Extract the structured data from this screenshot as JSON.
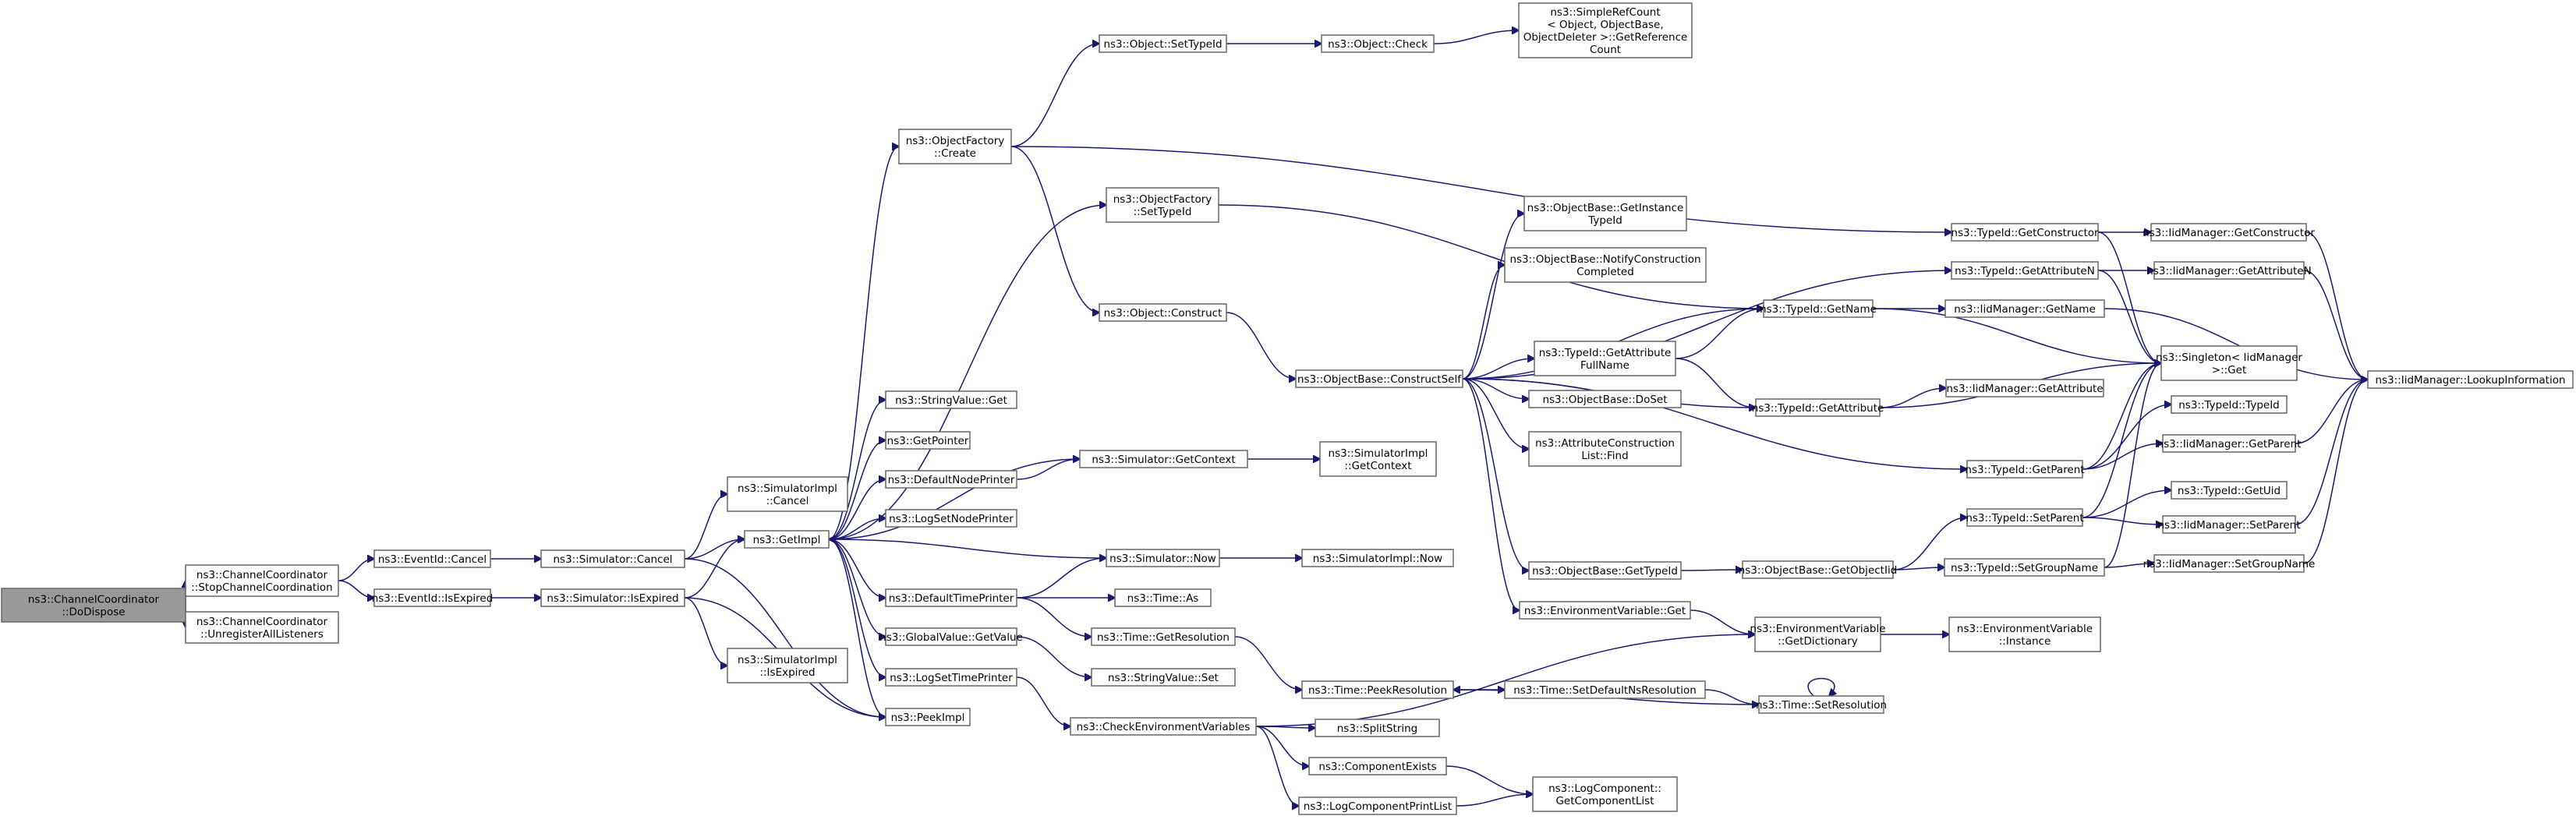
{
  "nodes": {
    "cc_dodispose": [
      "ns3::ChannelCoordinator",
      "::DoDispose"
    ],
    "cc_stop": [
      "ns3::ChannelCoordinator",
      "::StopChannelCoordination"
    ],
    "cc_unreg": [
      "ns3::ChannelCoordinator",
      "::UnregisterAllListeners"
    ],
    "eid_cancel": [
      "ns3::EventId::Cancel"
    ],
    "eid_isexpired": [
      "ns3::EventId::IsExpired"
    ],
    "sim_cancel": [
      "ns3::Simulator::Cancel"
    ],
    "sim_isexpired": [
      "ns3::Simulator::IsExpired"
    ],
    "simimpl_cancel": [
      "ns3::SimulatorImpl",
      "::Cancel"
    ],
    "simimpl_isexpired": [
      "ns3::SimulatorImpl",
      "::IsExpired"
    ],
    "getimpl": [
      "ns3::GetImpl"
    ],
    "peekimpl": [
      "ns3::PeekImpl"
    ],
    "of_create": [
      "ns3::ObjectFactory",
      "::Create"
    ],
    "of_settypeid": [
      "ns3::ObjectFactory",
      "::SetTypeId"
    ],
    "stringvalue_get": [
      "ns3::StringValue::Get"
    ],
    "getpointer": [
      "ns3::GetPointer"
    ],
    "defaultnodeprinter": [
      "ns3::DefaultNodePrinter"
    ],
    "logsetnodeprinter": [
      "ns3::LogSetNodePrinter"
    ],
    "defaulttimeprinter": [
      "ns3::DefaultTimePrinter"
    ],
    "globalvalue_getvalue": [
      "ns3::GlobalValue::GetValue"
    ],
    "logsettimeprinter": [
      "ns3::LogSetTimePrinter"
    ],
    "obj_settypeid": [
      "ns3::Object::SetTypeId"
    ],
    "obj_check": [
      "ns3::Object::Check"
    ],
    "simplerefcount": [
      "ns3::SimpleRefCount",
      "< Object, ObjectBase,",
      "ObjectDeleter >::GetReference",
      "Count"
    ],
    "obj_construct": [
      "ns3::Object::Construct"
    ],
    "sim_getcontext": [
      "ns3::Simulator::GetContext"
    ],
    "simimpl_getcontext": [
      "ns3::SimulatorImpl",
      "::GetContext"
    ],
    "sim_now": [
      "ns3::Simulator::Now"
    ],
    "simimpl_now": [
      "ns3::SimulatorImpl::Now"
    ],
    "time_as": [
      "ns3::Time::As"
    ],
    "time_getresolution": [
      "ns3::Time::GetResolution"
    ],
    "stringvalue_set": [
      "ns3::StringValue::Set"
    ],
    "checkenvvars": [
      "ns3::CheckEnvironmentVariables"
    ],
    "ob_constructself": [
      "ns3::ObjectBase::ConstructSelf"
    ],
    "ob_getinstancetypeid": [
      "ns3::ObjectBase::GetInstance",
      "TypeId"
    ],
    "ob_notify": [
      "ns3::ObjectBase::NotifyConstruction",
      "Completed"
    ],
    "tid_getattrfullname": [
      "ns3::TypeId::GetAttribute",
      "FullName"
    ],
    "ob_doset": [
      "ns3::ObjectBase::DoSet"
    ],
    "attrconstruction_find": [
      "ns3::AttributeConstruction",
      "List::Find"
    ],
    "ob_gettypeid": [
      "ns3::ObjectBase::GetTypeId"
    ],
    "envvar_get": [
      "ns3::EnvironmentVariable::Get"
    ],
    "time_peekresolution": [
      "ns3::Time::PeekResolution"
    ],
    "time_setdefaultns": [
      "ns3::Time::SetDefaultNsResolution"
    ],
    "time_setresolution": [
      "ns3::Time::SetResolution"
    ],
    "splitstring": [
      "ns3::SplitString"
    ],
    "componentexists": [
      "ns3::ComponentExists"
    ],
    "logcomponentprintlist": [
      "ns3::LogComponentPrintList"
    ],
    "logcomponent_getlist": [
      "ns3::LogComponent::",
      "GetComponentList"
    ],
    "tid_getconstructor": [
      "ns3::TypeId::GetConstructor"
    ],
    "tid_getattributen": [
      "ns3::TypeId::GetAttributeN"
    ],
    "tid_getname": [
      "ns3::TypeId::GetName"
    ],
    "tid_getattribute": [
      "ns3::TypeId::GetAttribute"
    ],
    "tid_getparent": [
      "ns3::TypeId::GetParent"
    ],
    "tid_setparent": [
      "ns3::TypeId::SetParent"
    ],
    "tid_setgroupname": [
      "ns3::TypeId::SetGroupName"
    ],
    "ob_getobjectiid": [
      "ns3::ObjectBase::GetObjectIid"
    ],
    "envvar_getdict": [
      "ns3::EnvironmentVariable",
      "::GetDictionary"
    ],
    "envvar_instance": [
      "ns3::EnvironmentVariable",
      "::Instance"
    ],
    "iid_getconstructor": [
      "ns3::IidManager::GetConstructor"
    ],
    "iid_getattributen": [
      "ns3::IidManager::GetAttributeN"
    ],
    "iid_getname": [
      "ns3::IidManager::GetName"
    ],
    "iid_getattribute": [
      "ns3::IidManager::GetAttribute"
    ],
    "singleton_get": [
      "ns3::Singleton< IidManager",
      ">::Get"
    ],
    "tid_typeid": [
      "ns3::TypeId::TypeId"
    ],
    "iid_getparent": [
      "ns3::IidManager::GetParent"
    ],
    "tid_getuid": [
      "ns3::TypeId::GetUid"
    ],
    "iid_setparent": [
      "ns3::IidManager::SetParent"
    ],
    "iid_setgroupname": [
      "ns3::IidManager::SetGroupName"
    ],
    "iid_lookupinfo": [
      "ns3::IidManager::LookupInformation"
    ]
  },
  "colors": {
    "edge": "#191970",
    "node_border": "#666666",
    "root_fill": "#999999"
  }
}
